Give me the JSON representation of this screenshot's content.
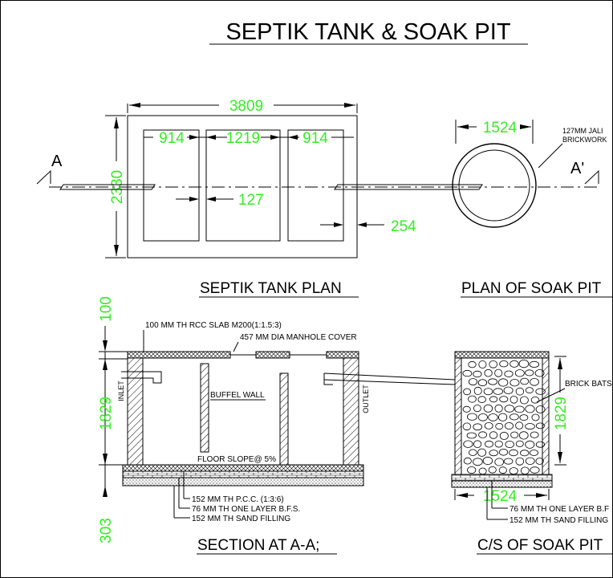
{
  "title": "SEPTIK TANK & SOAK PIT",
  "plan": {
    "heading": "SEPTIK TANK PLAN",
    "dim_overall": "3809",
    "dim_width": "2330",
    "dim_chamber1": "914",
    "dim_chamber2": "1219",
    "dim_chamber3": "914",
    "dim_wall": "127",
    "dim_outer_wall": "254",
    "section_mark_left": "A",
    "section_mark_right": "A'"
  },
  "soak_plan": {
    "heading": "PLAN OF SOAK PIT",
    "dim_diameter": "1524",
    "note_line1": "127MM JALI",
    "note_line2": "BRICKWORK"
  },
  "section": {
    "heading": "SECTION AT A-A;",
    "dim_slab": "100",
    "dim_depth": "1829",
    "dim_base": "303",
    "note_slab": "100 MM TH RCC SLAB M200(1:1.5:3)",
    "note_manhole": "457 MM DIA MANHOLE COVER",
    "label_inlet": "INLET",
    "label_outlet": "OUTLET",
    "label_buffel": "BUFFEL WALL",
    "label_slope": "FLOOR SLOPE@ 5%",
    "note_pcc": "152 MM TH P.C.C. (1:3:6)",
    "note_bfs": "76 MM TH ONE LAYER B.F.S.",
    "note_sand": "152 MM TH SAND FILLING"
  },
  "soak_section": {
    "heading": "C/S OF SOAK PIT",
    "dim_width": "1524",
    "dim_depth": "1829",
    "label_bats": "BRICK BATS",
    "note_bfs": "76 MM TH ONE LAYER B.F",
    "note_sand": "152 MM TH SAND FILLING"
  },
  "colors": {
    "dimension": "#33ee22",
    "line": "#000000"
  }
}
